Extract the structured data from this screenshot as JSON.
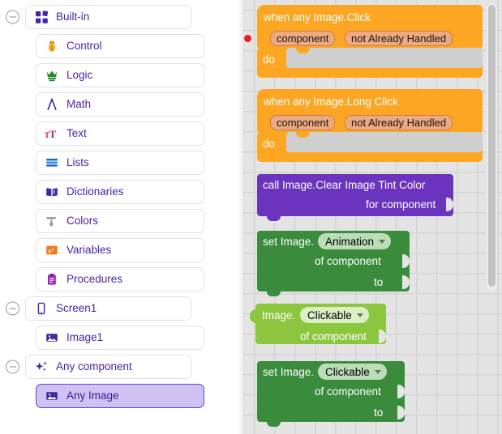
{
  "palette": {
    "groups": [
      {
        "name": "built-in",
        "header": {
          "label": "Built-in",
          "icon": "blocks-grid-icon",
          "expanded": true
        },
        "items": [
          {
            "label": "Control",
            "icon": "control-bee-icon"
          },
          {
            "label": "Logic",
            "icon": "logic-crown-icon"
          },
          {
            "label": "Math",
            "icon": "math-compass-icon"
          },
          {
            "label": "Text",
            "icon": "text-tt-icon"
          },
          {
            "label": "Lists",
            "icon": "lists-stack-icon"
          },
          {
            "label": "Dictionaries",
            "icon": "dictionaries-book-icon"
          },
          {
            "label": "Colors",
            "icon": "colors-roller-icon"
          },
          {
            "label": "Variables",
            "icon": "variables-xy-icon"
          },
          {
            "label": "Procedures",
            "icon": "procedures-clipboard-icon"
          }
        ]
      },
      {
        "name": "screen1",
        "header": {
          "label": "Screen1",
          "icon": "phone-icon",
          "expanded": true
        },
        "items": [
          {
            "label": "Image1",
            "icon": "image-icon"
          }
        ]
      },
      {
        "name": "any-component",
        "header": {
          "label": "Any component",
          "icon": "sparkle-icon",
          "expanded": true
        },
        "items": [
          {
            "label": "Any Image",
            "icon": "image-icon",
            "selected": true
          }
        ]
      }
    ]
  },
  "workspace": {
    "warning_indicator": "error-dot",
    "blocks": [
      {
        "id": "when-any-image-click",
        "type": "event",
        "title": "when any Image.Click",
        "params": [
          "component",
          "not Already Handled"
        ],
        "statement_label": "do",
        "color": "#FCA623"
      },
      {
        "id": "when-any-image-long-click",
        "type": "event",
        "title": "when any Image.Long Click",
        "params": [
          "component",
          "not Already Handled"
        ],
        "statement_label": "do",
        "color": "#FCA623"
      },
      {
        "id": "call-image-clear-image-tint-color",
        "type": "method-call",
        "title": "call Image.Clear Image Tint Color",
        "rows": [
          "for component"
        ],
        "color": "#6A34BE"
      },
      {
        "id": "set-image-animation",
        "type": "property-setter",
        "prefix": "set Image.",
        "dropdown": "Animation",
        "rows": [
          "of component",
          "to"
        ],
        "color": "#3A8C3C"
      },
      {
        "id": "get-image-clickable",
        "type": "property-getter",
        "prefix": "Image.",
        "dropdown": "Clickable",
        "rows": [
          "of component"
        ],
        "color": "#8CC63F"
      },
      {
        "id": "set-image-clickable",
        "type": "property-setter",
        "prefix": "set Image.",
        "dropdown": "Clickable",
        "rows": [
          "of component",
          "to"
        ],
        "color": "#3A8C3C"
      }
    ],
    "scrollbar": {
      "orientation": "vertical",
      "name": "workspace-vertical-scrollbar"
    }
  }
}
